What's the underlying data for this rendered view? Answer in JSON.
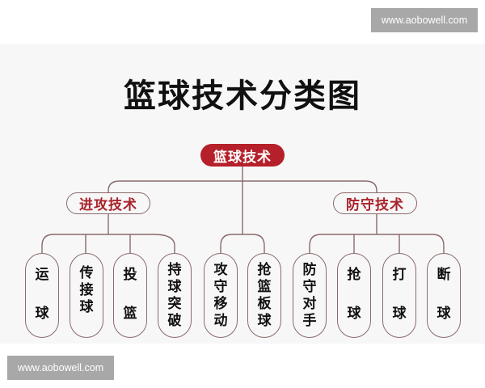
{
  "watermarks": {
    "top": "www.aobowell.com",
    "bottom": "www.aobowell.com"
  },
  "diagram": {
    "title": "篮球技术分类图",
    "root": "篮球技术",
    "categories": [
      {
        "label": "进攻技术",
        "children": [
          {
            "label": "运球",
            "chars": [
              "运",
              "球"
            ]
          },
          {
            "label": "传接球",
            "chars": [
              "传",
              "接",
              "球"
            ]
          },
          {
            "label": "投篮",
            "chars": [
              "投",
              "篮"
            ]
          },
          {
            "label": "持球突破",
            "chars": [
              "持",
              "球",
              "突",
              "破"
            ]
          },
          {
            "label": "攻守移动",
            "chars": [
              "攻",
              "守",
              "移",
              "动"
            ]
          },
          {
            "label": "抢篮板球",
            "chars": [
              "抢",
              "篮",
              "板",
              "球"
            ]
          }
        ]
      },
      {
        "label": "防守技术",
        "children": [
          {
            "label": "防守对手",
            "chars": [
              "防",
              "守",
              "对",
              "手"
            ]
          },
          {
            "label": "抢球",
            "chars": [
              "抢",
              "球"
            ]
          },
          {
            "label": "打球",
            "chars": [
              "打",
              "球"
            ]
          },
          {
            "label": "断球",
            "chars": [
              "断",
              "球"
            ]
          }
        ]
      }
    ],
    "colors": {
      "root_fill": "#b5202a",
      "category_text": "#a8232b",
      "line": "#8a6a6c",
      "panel": "#f7f7f7"
    }
  }
}
